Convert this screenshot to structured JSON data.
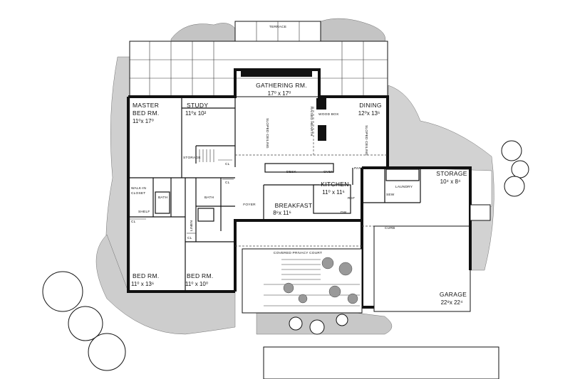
{
  "plan": {
    "rooms": {
      "terrace": {
        "label": "TERRACE"
      },
      "gathering": {
        "label": "GATHERING RM.",
        "size": "17⁰ x 17⁰"
      },
      "dining": {
        "label": "DINING",
        "size": "12⁰x 13⁶"
      },
      "master": {
        "label1": "MASTER",
        "label2": "BED RM.",
        "size": "11⁰x 17⁰"
      },
      "study": {
        "label": "STUDY",
        "size": "11⁰x 10²"
      },
      "storage_small": {
        "label": "STORAGE"
      },
      "walkin": {
        "label1": "WALK-IN",
        "label2": "CLOSET"
      },
      "bath1": {
        "label": "BATH"
      },
      "bath2": {
        "label": "BATH"
      },
      "linen": {
        "label": "LINEN"
      },
      "foyer": {
        "label": "FOYER"
      },
      "kitchen": {
        "label": "KITCHEN",
        "size": "11⁰ x 11⁶"
      },
      "breakfast": {
        "label": "BREAKFAST",
        "size": "8⁶x 11⁶"
      },
      "laundry": {
        "label": "LAUNDRY"
      },
      "storage": {
        "label": "STORAGE",
        "size": "10⁴ x 8⁴"
      },
      "bedrm1": {
        "label": "BED RM.",
        "size": "11⁰ x 13⁶"
      },
      "bedrm2": {
        "label": "BED RM.",
        "size": "11⁰ x 10⁰"
      },
      "privacy": {
        "label": "COVERED PRIVACY COURT"
      },
      "garage": {
        "label": "GARAGE",
        "size": "22⁸x 22⁴"
      }
    },
    "fixtures": {
      "sloped1": "SLOPED CEILING",
      "sloped2": "SLOPED CEILING",
      "hearth": "RAISED HEARTH",
      "woodbox": "WOOD BOX",
      "desk": "DESK",
      "oven": "OVEN",
      "pantry": "PANTRY",
      "dw": "DW",
      "ref": "REF",
      "shelf": "SHELF",
      "sewing": "SEW",
      "curb": "CURB",
      "closet1": "CL",
      "closet2": "CL",
      "closet3": "CL",
      "closet4": "CL"
    }
  }
}
